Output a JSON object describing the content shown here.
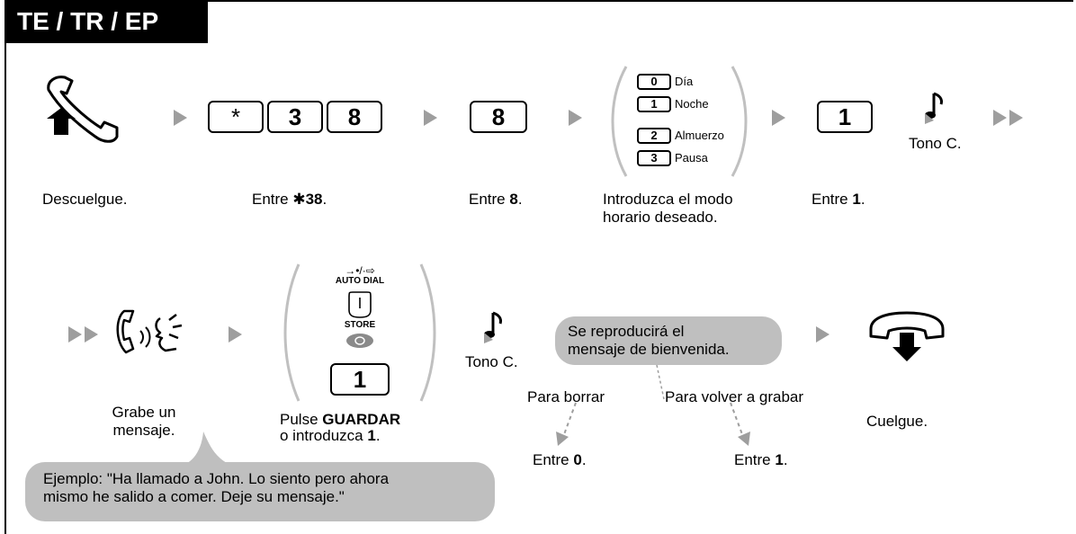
{
  "header": {
    "title": "TE / TR / EP"
  },
  "row1": {
    "step1_label": "Descuelgue.",
    "keys_group": [
      "*",
      "3",
      "8"
    ],
    "step2_label_pre": "Entre ",
    "step2_label_key": "✱38",
    "step2_label_post": ".",
    "key_8": "8",
    "step3_label_pre": "Entre ",
    "step3_label_key": "8",
    "step3_label_post": ".",
    "mode_options": [
      {
        "key": "0",
        "label": "Día"
      },
      {
        "key": "1",
        "label": "Noche"
      },
      {
        "key": "2",
        "label": "Almuerzo"
      },
      {
        "key": "3",
        "label": "Pausa"
      }
    ],
    "step4_label_line1": "Introduzca el modo",
    "step4_label_line2": "horario deseado.",
    "key_1": "1",
    "step5_label_pre": "Entre ",
    "step5_label_key": "1",
    "step5_label_post": ".",
    "tone_label": "Tono C."
  },
  "row2": {
    "record_label_line1": "Grabe un",
    "record_label_line2": "mensaje.",
    "store_arrows": "→•/·⇨",
    "auto_dial": "AUTO DIAL",
    "store": "STORE",
    "store_key": "1",
    "store_label_pre": "Pulse ",
    "store_label_bold": "GUARDAR",
    "store_label_line2_pre": "o introduzca ",
    "store_label_line2_key": "1",
    "store_label_line2_post": ".",
    "tone_label": "Tono C.",
    "playback_line1": "Se reproducirá el",
    "playback_line2": "mensaje de bienvenida.",
    "delete_label": "Para borrar",
    "rerecord_label": "Para volver a grabar",
    "delete_entry_pre": "Entre ",
    "delete_entry_key": "0",
    "delete_entry_post": ".",
    "rerecord_entry_pre": "Entre ",
    "rerecord_entry_key": "1",
    "rerecord_entry_post": ".",
    "hangup_label": "Cuelgue.",
    "example_line1": "Ejemplo: \"Ha llamado a John. Lo siento pero ahora",
    "example_line2": "mismo he salido a comer. Deje su mensaje.\""
  },
  "icons": {
    "offhook": "handset-lift-icon",
    "onhook": "handset-hangup-icon",
    "tone": "music-note-icon",
    "speak": "speaking-person-icon"
  },
  "colors": {
    "arrow": "#9e9e9e",
    "bubble": "#bfbfbf",
    "header": "#000000"
  }
}
